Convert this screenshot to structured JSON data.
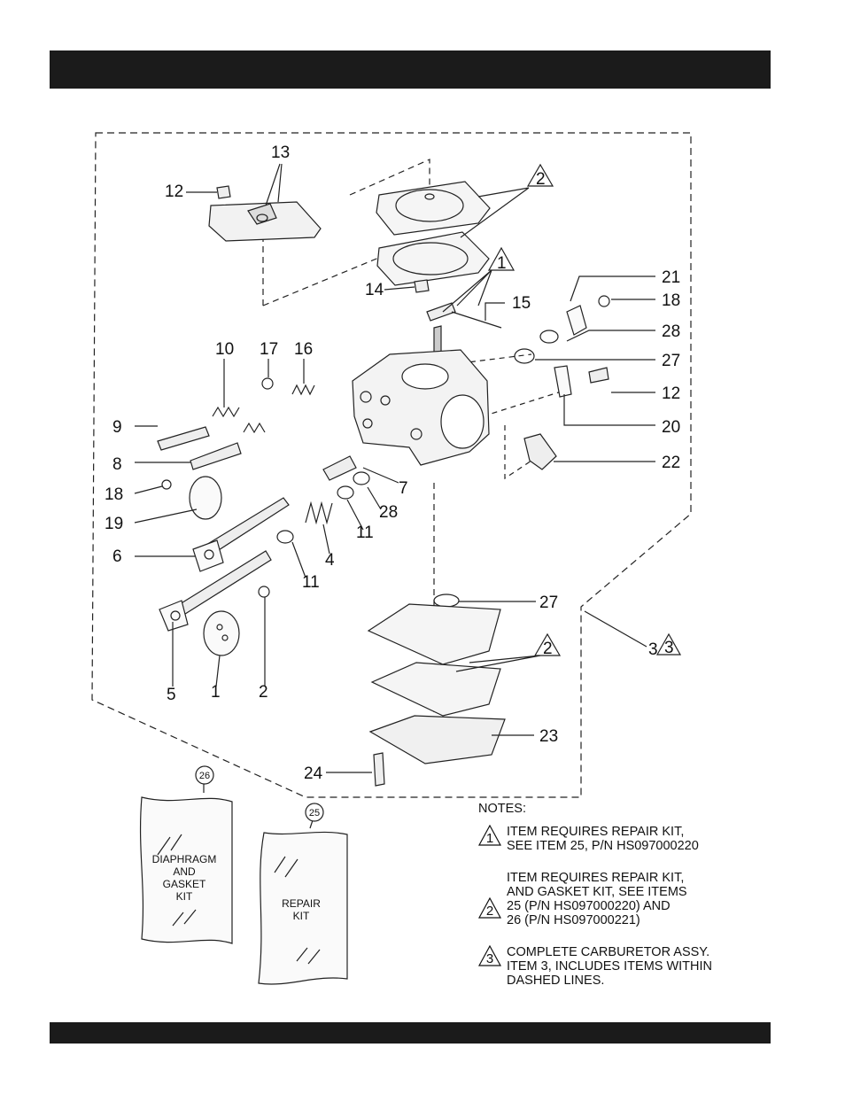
{
  "page": {
    "header_text": "",
    "footer_text": ""
  },
  "callouts": [
    "1",
    "2",
    "4",
    "5",
    "6",
    "7",
    "8",
    "9",
    "10",
    "11",
    "11",
    "12",
    "12",
    "13",
    "14",
    "15",
    "16",
    "17",
    "18",
    "18",
    "19",
    "20",
    "21",
    "22",
    "23",
    "24",
    "27",
    "27",
    "28",
    "28"
  ],
  "rev_triangles": [
    "2",
    "1",
    "2",
    "3"
  ],
  "assembly_ref": "3",
  "kits": [
    {
      "number": "26",
      "lines": [
        "DIAPHRAGM",
        "AND",
        "GASKET",
        "KIT"
      ]
    },
    {
      "number": "25",
      "lines": [
        "REPAIR",
        "KIT"
      ]
    }
  ],
  "notes": {
    "heading": "NOTES:",
    "items": [
      {
        "symbol": "1",
        "text": "ITEM REQUIRES REPAIR KIT,\nSEE ITEM 25, P/N HS097000220"
      },
      {
        "symbol": "2",
        "text": "ITEM REQUIRES REPAIR KIT,\nAND GASKET KIT, SEE ITEMS\n25 (P/N HS097000220) AND\n26 (P/N HS097000221)"
      },
      {
        "symbol": "3",
        "text": "COMPLETE CARBURETOR ASSY.\nITEM 3, INCLUDES ITEMS WITHIN\nDASHED LINES."
      }
    ]
  }
}
